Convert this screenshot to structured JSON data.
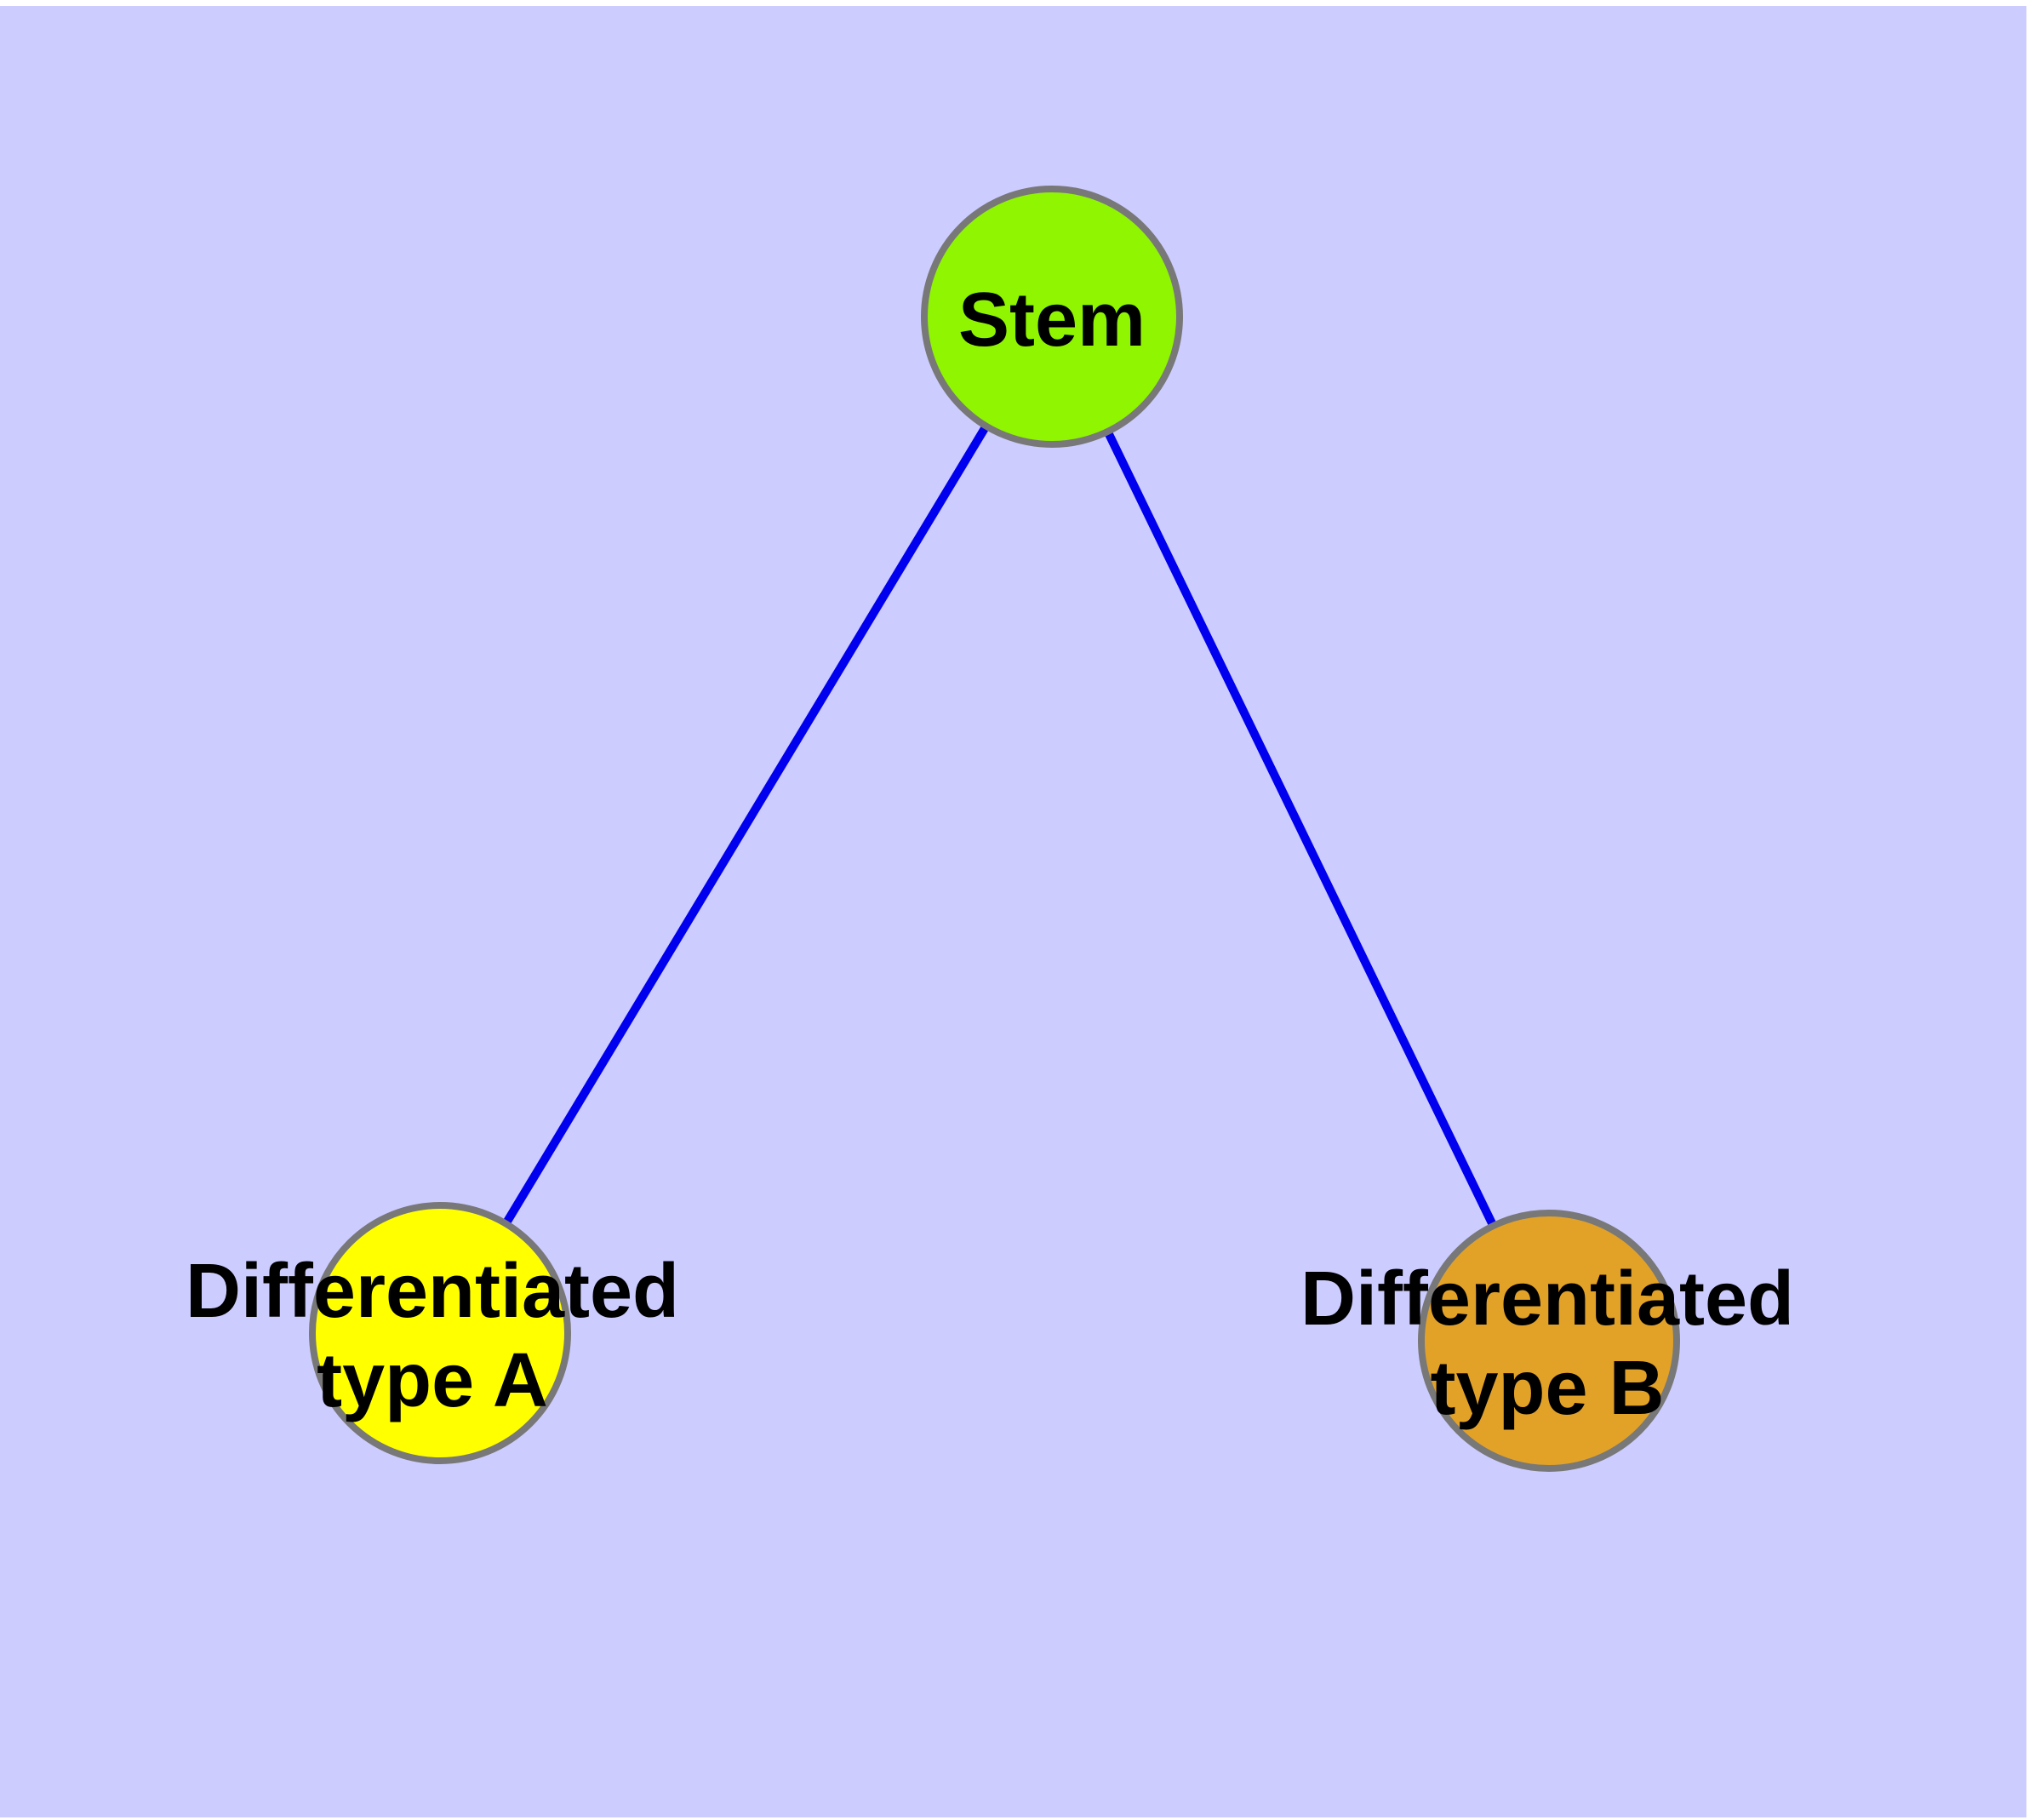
{
  "diagram": {
    "background_color": "#CCCCFF",
    "margin_color": "#FFFFFF",
    "edge_color": "#0000EE",
    "node_border_color": "#787878",
    "label_color": "#000000",
    "nodes": [
      {
        "id": "stem",
        "label": "Stem",
        "fill": "#8FF500"
      },
      {
        "id": "differentiated-type-a",
        "label_line1": "Differentiated",
        "label_line2": "type A",
        "fill": "#FFFF00"
      },
      {
        "id": "differentiated-type-b",
        "label_line1": "Differentiated",
        "label_line2": "type B",
        "fill": "#E2A228"
      }
    ],
    "edges": [
      {
        "from": "Stem",
        "to": "Differentiated type A"
      },
      {
        "from": "Stem",
        "to": "Differentiated type B"
      }
    ]
  }
}
